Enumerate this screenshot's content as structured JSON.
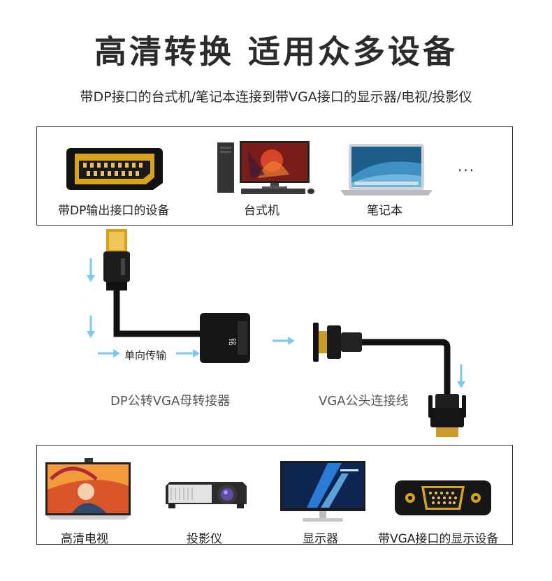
{
  "header": {
    "title": "高清转换 适用众多设备",
    "subtitle": "带DP接口的台式机/笔记本连接到带VGA接口的显示器/电视/投影仪"
  },
  "source_devices": [
    {
      "label": "带DP输出接口的设备",
      "icon": "displayport-connector-icon"
    },
    {
      "label": "台式机",
      "icon": "desktop-computer-icon"
    },
    {
      "label": "笔记本",
      "icon": "laptop-icon"
    },
    {
      "label": "···",
      "icon": "more-icon"
    }
  ],
  "adapter": {
    "direction_label": "单向传输",
    "adapter_label": "DP公转VGA母转接器",
    "cable_label": "VGA公头连接线"
  },
  "target_devices": [
    {
      "label": "高清电视",
      "icon": "tv-icon"
    },
    {
      "label": "投影仪",
      "icon": "projector-icon"
    },
    {
      "label": "显示器",
      "icon": "monitor-icon"
    },
    {
      "label": "带VGA接口的显示设备",
      "icon": "vga-port-icon"
    }
  ],
  "colors": {
    "arrow": "#7ec8ef",
    "border": "#333333"
  }
}
